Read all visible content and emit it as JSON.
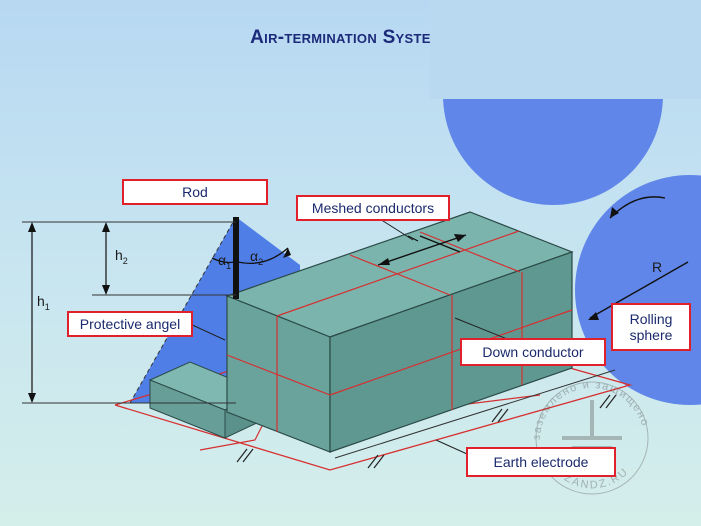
{
  "title": "Air-termination Systems",
  "labels": {
    "rod": "Rod",
    "meshed_conductors": "Meshed conductors",
    "protective_angel": "Protective angel",
    "down_conductor": "Down conductor",
    "rolling_sphere": "Rolling\nsphere",
    "earth_electrode": "Earth electrode"
  },
  "dimensions": {
    "h1": "h",
    "h1_sub": "1",
    "h2": "h",
    "h2_sub": "2",
    "alpha1": "α",
    "alpha1_sub": "1",
    "alpha2": "α",
    "alpha2_sub": "2",
    "radius": "R"
  },
  "watermark": {
    "text_top": "заземлено и защищено",
    "text_bottom": "ZANDZ.RU"
  },
  "colors": {
    "title": "#1c2a7a",
    "building": "#6fa8a2",
    "protection_zone": "#4f7fe6",
    "sphere": "#5f86e8",
    "label_border": "#e0202a",
    "conductor": "#d63030"
  }
}
